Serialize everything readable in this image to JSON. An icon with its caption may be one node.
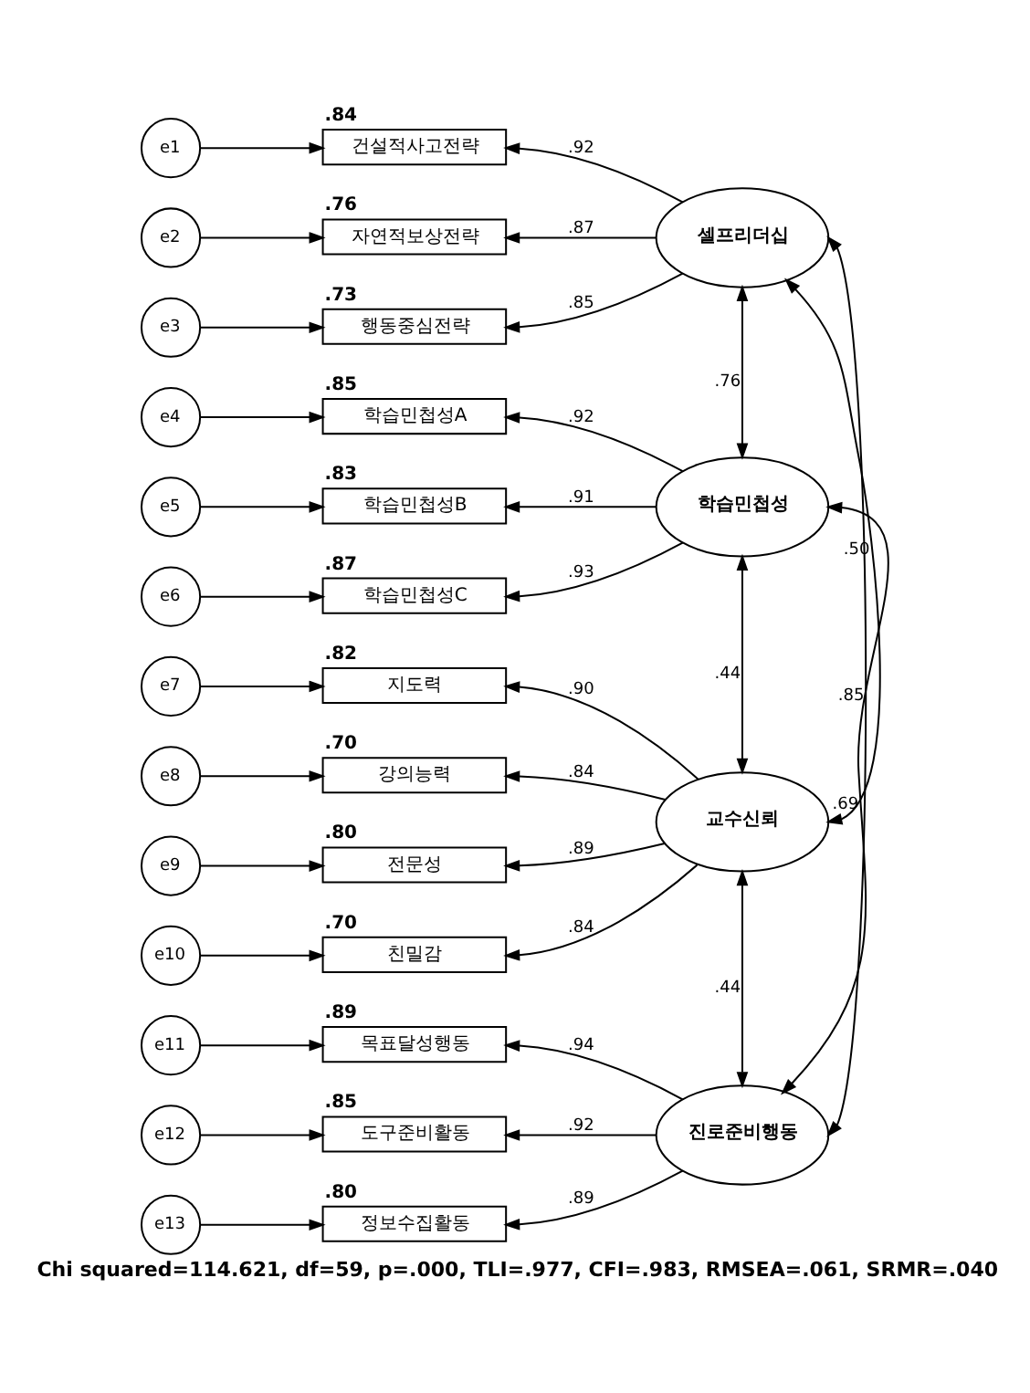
{
  "diagram": {
    "caption": "Chi squared=114.621, df=59, p=.000, TLI=.977, CFI=.983, RMSEA=.061, SRMR=.040",
    "nodes": [
      {
        "text": [
          "e1"
        ]
      },
      {
        "text": [
          "건설적사고전략"
        ],
        "beside": [
          ".84"
        ]
      },
      {
        "text": [
          "e2"
        ]
      },
      {
        "text": [
          "자연적보상전략"
        ],
        "beside": [
          ".76"
        ]
      },
      {
        "text": [
          "셀프리더십"
        ]
      },
      {
        "text": [
          "e3"
        ]
      },
      {
        "text": [
          "행동중심전략"
        ],
        "beside": [
          ".73"
        ]
      },
      {
        "text": [
          "e4"
        ]
      },
      {
        "text": [
          "학습민첩성A"
        ],
        "beside": [
          ".85"
        ]
      },
      {
        "text": [
          "e5"
        ]
      },
      {
        "text": [
          "학습민첩성B"
        ],
        "beside": [
          ".83"
        ]
      },
      {
        "text": [
          "학습민첩성"
        ]
      },
      {
        "text": [
          "e6"
        ]
      },
      {
        "text": [
          "학습민첩성C"
        ],
        "beside": [
          ".87"
        ]
      },
      {
        "text": [
          "e7"
        ]
      },
      {
        "text": [
          "지도력"
        ],
        "beside": [
          ".82"
        ]
      },
      {
        "text": [
          "e8"
        ]
      },
      {
        "text": [
          "강의능력"
        ],
        "beside": [
          ".70"
        ]
      },
      {
        "text": [
          "e9"
        ]
      },
      {
        "text": [
          "전문성"
        ],
        "beside": [
          ".80"
        ]
      },
      {
        "text": [
          "교수신뢰"
        ]
      },
      {
        "text": [
          "e10"
        ]
      },
      {
        "text": [
          "친밀감"
        ],
        "beside": [
          ".70"
        ]
      },
      {
        "text": [
          "e11"
        ]
      },
      {
        "text": [
          "목표달성행동"
        ],
        "beside": [
          ".89"
        ]
      },
      {
        "text": [
          "e12"
        ]
      },
      {
        "text": [
          "도구준비활동"
        ],
        "beside": [
          ".85"
        ]
      },
      {
        "text": [
          "진로준비행동"
        ]
      },
      {
        "text": [
          "e13"
        ]
      },
      {
        "text": [
          "정보수집활동"
        ],
        "beside": [
          ".80"
        ]
      }
    ],
    "edges": [
      {
        "from": 0,
        "to": 1,
        "arrow": "to"
      },
      {
        "from": 2,
        "to": 3,
        "arrow": "to"
      },
      {
        "from": 5,
        "to": 6,
        "arrow": "to"
      },
      {
        "from": 7,
        "to": 8,
        "arrow": "to"
      },
      {
        "from": 9,
        "to": 10,
        "arrow": "to"
      },
      {
        "from": 12,
        "to": 13,
        "arrow": "to"
      },
      {
        "from": 14,
        "to": 15,
        "arrow": "to"
      },
      {
        "from": 16,
        "to": 17,
        "arrow": "to"
      },
      {
        "from": 18,
        "to": 19,
        "arrow": "to"
      },
      {
        "from": 21,
        "to": 22,
        "arrow": "to"
      },
      {
        "from": 23,
        "to": 24,
        "arrow": "to"
      },
      {
        "from": 25,
        "to": 26,
        "arrow": "to"
      },
      {
        "from": 28,
        "to": 29,
        "arrow": "to"
      },
      {
        "from": 4,
        "to": 1,
        "arrow": "to",
        "label": ".92"
      },
      {
        "from": 4,
        "to": 3,
        "arrow": "to",
        "label": ".87"
      },
      {
        "from": 4,
        "to": 6,
        "arrow": "to",
        "label": ".85"
      },
      {
        "from": 11,
        "to": 8,
        "arrow": "to",
        "label": ".92"
      },
      {
        "from": 11,
        "to": 10,
        "arrow": "to",
        "label": ".91"
      },
      {
        "from": 11,
        "to": 13,
        "arrow": "to",
        "label": ".93"
      },
      {
        "from": 20,
        "to": 15,
        "arrow": "to",
        "label": ".90"
      },
      {
        "from": 20,
        "to": 17,
        "arrow": "to",
        "label": ".84"
      },
      {
        "from": 20,
        "to": 19,
        "arrow": "to",
        "label": ".89"
      },
      {
        "from": 20,
        "to": 22,
        "arrow": "to",
        "label": ".84"
      },
      {
        "from": 27,
        "to": 24,
        "arrow": "to",
        "label": ".94"
      },
      {
        "from": 27,
        "to": 26,
        "arrow": "to",
        "label": ".92"
      },
      {
        "from": 27,
        "to": 29,
        "arrow": "to",
        "label": ".89"
      },
      {
        "from": 4,
        "to": 11,
        "arrow": "both",
        "label": ".76"
      },
      {
        "from": 4,
        "to": 20,
        "arrow": "both",
        "label": ".50"
      },
      {
        "from": 4,
        "to": 27,
        "arrow": "both",
        "label": ".85"
      },
      {
        "from": 11,
        "to": 20,
        "arrow": "both",
        "label": ".44"
      },
      {
        "from": 11,
        "to": 27,
        "arrow": "both",
        "label": ".69"
      },
      {
        "from": 20,
        "to": 27,
        "arrow": "both",
        "label": ".44"
      }
    ]
  }
}
